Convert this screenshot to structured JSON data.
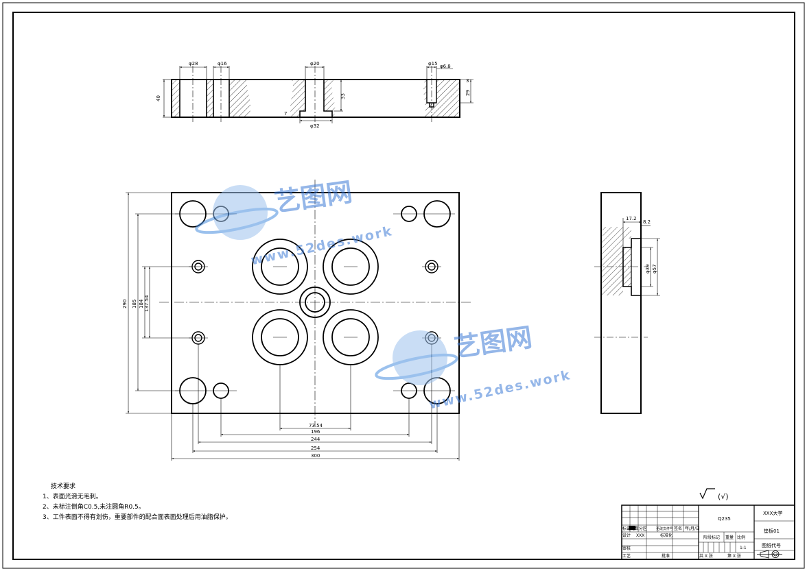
{
  "dims_top": {
    "d28": "φ28",
    "d16": "φ16",
    "d20": "φ20",
    "d15": "φ15",
    "d68": "φ6.8",
    "h40": "40",
    "h33": "33",
    "h29": "29",
    "h7": "7",
    "h3": "3",
    "d32": "φ32"
  },
  "dims_plan": {
    "w7354": "73.54",
    "w196": "196",
    "w244": "244",
    "w254": "254",
    "w300": "300",
    "h290": "290",
    "h185": "185",
    "h184": "184",
    "h13754": "137.54"
  },
  "dims_side": {
    "w172": "17.2",
    "w82": "8.2",
    "d39": "φ39",
    "d57": "φ57"
  },
  "watermark": {
    "brand": "艺图网",
    "url": "www.52des.work"
  },
  "notes": {
    "title": "技术要求",
    "lines": [
      "1、表面光滑无毛刺。",
      "2、未标注倒角C0.5,未注圆角R0.5。",
      "3、工件表面不得有划伤，重要部件的配合面表面处理后用油脂保护。"
    ]
  },
  "roughness": "(√)",
  "title_block": {
    "material": "Q235",
    "school": "XXX大学",
    "drawing_name": "垫板01",
    "drawing_no": "图纸代号",
    "scale": "1:1",
    "designer": "XXX",
    "row_labels": [
      "标记",
      "处数",
      "分区",
      "更改文件号",
      "签名",
      "年/月/日"
    ],
    "design": "设计",
    "standardize": "标准化",
    "review": "审核",
    "process": "工艺",
    "approve": "批准",
    "stage": "阶段标记",
    "weight": "重量",
    "ratio": "比例",
    "total_sheets": "共 X 张",
    "sheet_no": "第 X 张"
  }
}
